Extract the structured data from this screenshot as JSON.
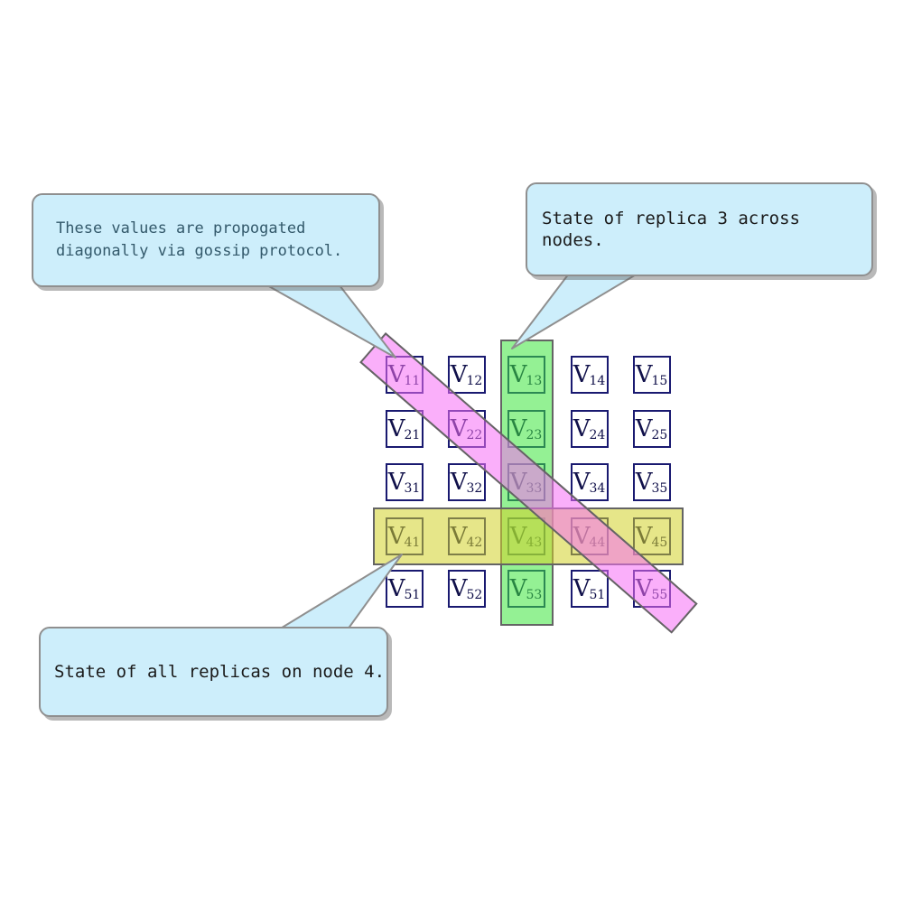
{
  "callouts": {
    "gossip": {
      "text": "These values are propogated\ndiagonally via gossip protocol."
    },
    "replica": {
      "text": "State of replica 3 across nodes."
    },
    "node": {
      "text": "State of all replicas on node 4."
    }
  },
  "matrix": {
    "symbol": "V",
    "rows": 5,
    "cols": 5,
    "cells": [
      [
        "11",
        "12",
        "13",
        "14",
        "15"
      ],
      [
        "21",
        "22",
        "23",
        "24",
        "25"
      ],
      [
        "31",
        "32",
        "33",
        "34",
        "35"
      ],
      [
        "41",
        "42",
        "43",
        "44",
        "45"
      ],
      [
        "51",
        "52",
        "53",
        "51",
        "55"
      ]
    ]
  },
  "highlights": {
    "diagonal": {
      "meaning": "values propagated diagonally via gossip protocol",
      "fill": "rgba(245,110,245,0.55)"
    },
    "column": {
      "meaning": "state of replica 3 across nodes",
      "fill": "rgba(60,230,60,0.55)"
    },
    "row": {
      "meaning": "state of all replicas on node 4",
      "fill": "rgba(210,210,40,0.55)"
    }
  },
  "colors": {
    "callout_background": "#cdeefb",
    "callout_border": "#8f8f8f",
    "gossip_text": "#33596b",
    "callout_text": "#1a1a1a",
    "cell_border": "#191970",
    "cell_text": "#10104a",
    "band_outline": "#646464"
  }
}
